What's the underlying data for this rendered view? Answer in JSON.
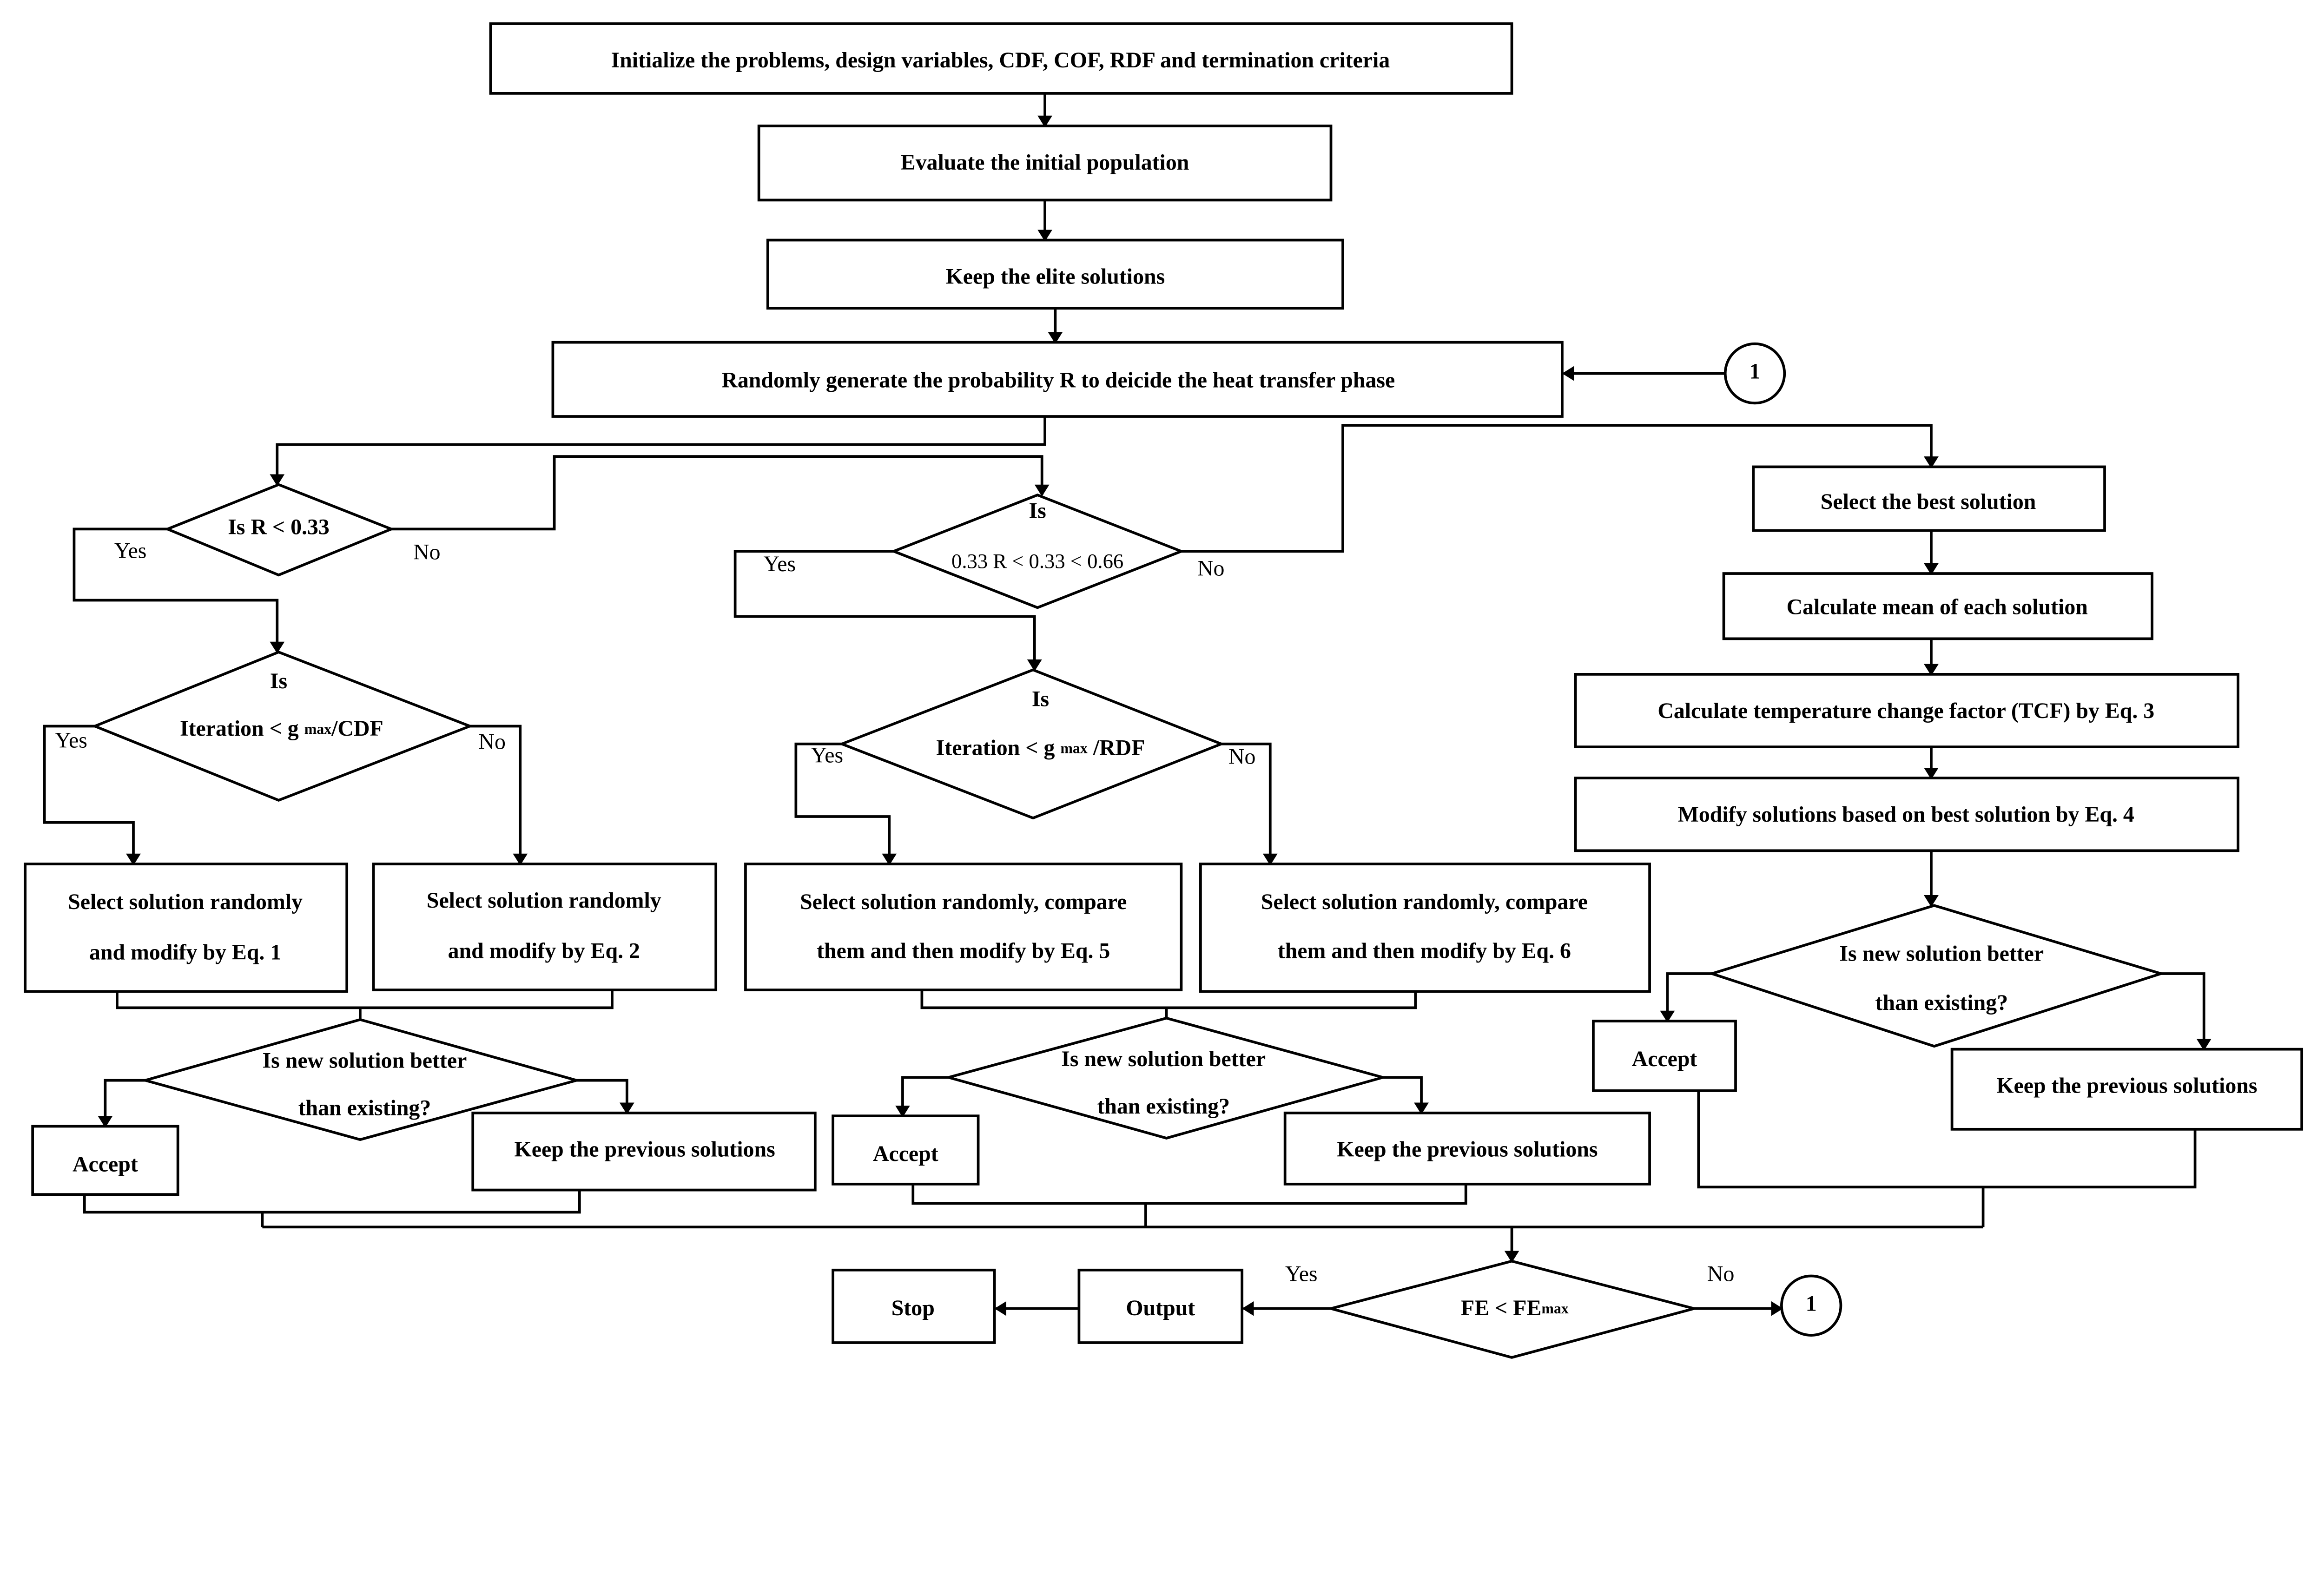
{
  "colors": {
    "stroke": "#000000",
    "background": "#ffffff"
  },
  "boxes": {
    "init": "Initialize the problems, design variables, CDF, COF, RDF and termination criteria",
    "evaluate": "Evaluate the initial population",
    "elite": "Keep the elite solutions",
    "random": "Randomly generate the probability R to deicide the heat transfer phase",
    "best": "Select the best solution",
    "mean": "Calculate mean of each solution",
    "tcf": "Calculate temperature change factor (TCF) by Eq. 3",
    "modify4": "Modify solutions based on best solution by Eq. 4",
    "eq1": [
      "Select solution randomly",
      "and modify by Eq. 1"
    ],
    "eq2": [
      "Select solution randomly",
      "and modify by Eq. 2"
    ],
    "eq5": [
      "Select solution randomly, compare",
      "them and then modify by Eq. 5"
    ],
    "eq6": [
      "Select solution randomly, compare",
      "them and then modify by Eq. 6"
    ],
    "accept": "Accept",
    "keep": "Keep the previous solutions",
    "output": "Output",
    "stop": "Stop"
  },
  "decisions": {
    "r033": "Is R < 0.33",
    "r066": {
      "top": "Is",
      "text": "0.33 R < 0.33 < 0.66"
    },
    "cdf": {
      "top": "Is",
      "pre": "Iteration < g ",
      "sub": "max",
      "post": "/CDF"
    },
    "rdf": {
      "top": "Is",
      "pre": "Iteration < g ",
      "sub": "max",
      "post": " /RDF"
    },
    "better": [
      "Is new solution better",
      "than existing?"
    ],
    "fe": {
      "pre": "FE < FE",
      "sub": "max"
    }
  },
  "labels": {
    "yes": "Yes",
    "no": "No"
  },
  "connector": "1"
}
